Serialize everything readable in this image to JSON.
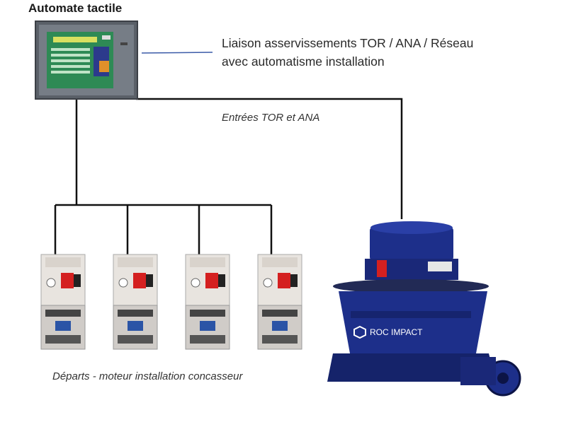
{
  "title": "Automate tactile",
  "link_label_line1": "Liaison asservissements TOR / ANA / Réseau",
  "link_label_line2": "avec automatisme installation",
  "inputs_label": "Entrées TOR et ANA",
  "starters_label": "Départs - moteur installation concasseur",
  "crusher_brand": "ROC IMPACT",
  "colors": {
    "wire": "#111111",
    "link_line": "#3b5ba8",
    "crusher": "#1d2f8a",
    "breaker_red": "#d42020"
  }
}
